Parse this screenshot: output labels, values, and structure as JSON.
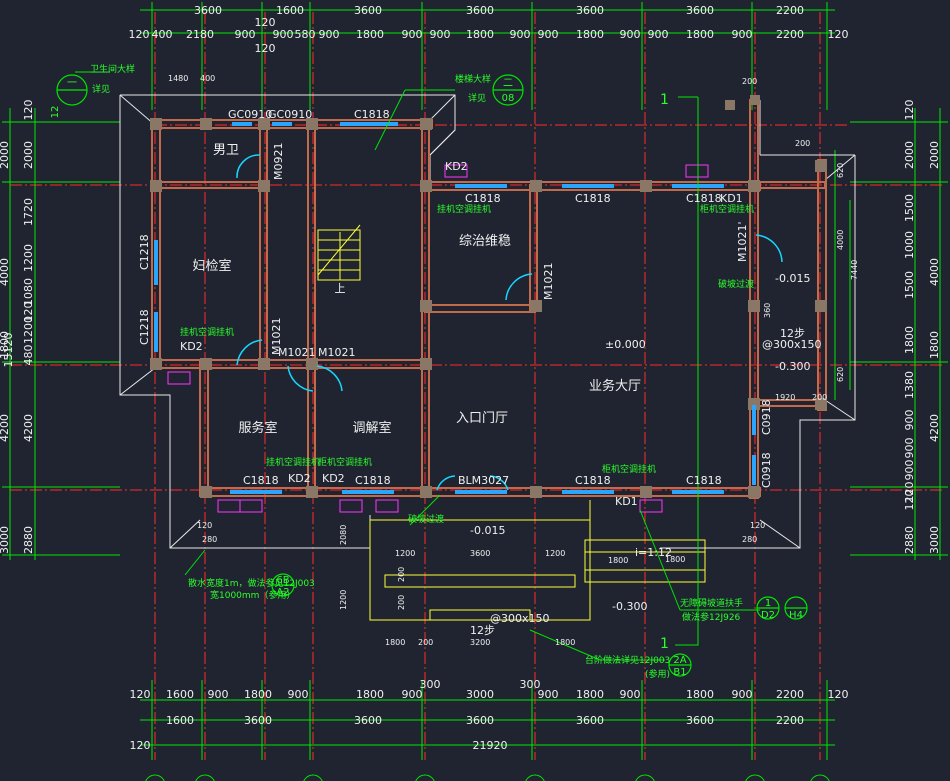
{
  "dims": {
    "top_outer": [
      "3600",
      "1600",
      "3600",
      "3600",
      "3600",
      "3600",
      "2200"
    ],
    "top_inner": [
      "120",
      "400",
      "2180",
      "900",
      "900",
      "580",
      "900",
      "1800",
      "900",
      "900",
      "1800",
      "900",
      "900",
      "1800",
      "900",
      "900",
      "1800",
      "900",
      "2200",
      "120"
    ],
    "top_extra": [
      "120",
      "120"
    ],
    "bottom_inner": [
      "120",
      "1600",
      "900",
      "1800",
      "900",
      "1800",
      "900",
      "3000",
      "900",
      "1800",
      "900",
      "1800",
      "900",
      "2200",
      "120"
    ],
    "bottom_outer": [
      "1600",
      "3600",
      "3600",
      "3600",
      "3600",
      "3600",
      "2200"
    ],
    "bottom_total": "21920",
    "bottom_left": "120",
    "bottom_300": [
      "300",
      "300"
    ],
    "left_outer": [
      "2000",
      "4000",
      "1800",
      "4200",
      "3000"
    ],
    "left_inner": [
      "120",
      "2000",
      "1720",
      "1200",
      "1080",
      "120",
      "1200",
      "480",
      "4200",
      "2880"
    ],
    "left_total": "15120",
    "right_inner": [
      "120",
      "2000",
      "1500",
      "1000",
      "1500",
      "1800",
      "1380",
      "900",
      "900",
      "120",
      "2880"
    ],
    "right_outer": [
      "2000",
      "4000",
      "1800",
      "4200",
      "3000"
    ],
    "right_extra": [
      "900",
      "120"
    ]
  },
  "rooms": {
    "men_wc": "男卫",
    "gyn": "妇检室",
    "service": "服务室",
    "mediate": "调解室",
    "entry": "入口门厅",
    "hall": "业务大厅",
    "comprehensive": "综治维稳"
  },
  "openings": {
    "gc1": "GC0910",
    "gc2": "GC0910",
    "c1818_top": "C1818",
    "m0921": "M0921",
    "c1218_a": "C1218",
    "c1218_b": "C1218",
    "m1021_a": "M1021",
    "m1021_b": "M1021",
    "m1021_c": "M1021",
    "m1021_d": "M1021",
    "m1021_e": "M1021'",
    "kd2_a": "KD2",
    "kd2_b": "KD2",
    "kd2_c": "KD2",
    "kd2_d": "KD2",
    "kd1_a": "KD1",
    "kd1_b": "KD1",
    "c1818_1": "C1818",
    "c1818_2": "C1818",
    "c1818_3": "C1818",
    "c1818_4": "C1818",
    "c1818_5": "C1818",
    "c1818_6": "C1818",
    "c1818_7": "C1818",
    "blm": "BLM3027",
    "c0918_a": "C0918",
    "c0918_b": "C0918"
  },
  "levels": {
    "zero": "±0.000",
    "m015_a": "-0.015",
    "m015_b": "-0.015",
    "m300_a": "-0.300",
    "m300_b": "-0.300",
    "slope": "i=1:12",
    "steps_a": "12步",
    "steps_b": "12步",
    "ramp_a": "@300x150",
    "ramp_b": "@300x150"
  },
  "notes": {
    "wc_detail": "卫生间大样",
    "wc_detail2": "详见",
    "stair_detail": "楼梯大样",
    "stair_detail2": "详见",
    "ac_a": "挂机空调挂机",
    "ac_b": "挂机空调挂机",
    "ac_c": "挂机空调挂机",
    "ac_d": "柜机空调挂机",
    "ac_e": "柜机空调挂机",
    "ac_f": "柜机空调挂机",
    "slope_a": "破坡过渡",
    "slope_b": "破坡过渡",
    "up": "上",
    "stair_ref": "台阶做法详见12J003",
    "stair_ref2": "(参用)",
    "rail_ref": "无障碍坡道扶手",
    "rail_ref2": "做法参12J926",
    "apron": "散水宽度1m，做法参见12J003",
    "apron2": "宽1000mm（参用）",
    "section": "1",
    "section_b": "1"
  },
  "callouts": {
    "wc_num": "一",
    "wc_sheet": "12",
    "stair_num": "二",
    "stair_sheet": "08",
    "s1_top": "6B",
    "s1_bot": "A2",
    "s2_top": "2A",
    "s2_bot": "B1",
    "s3_top": "1",
    "s3_bot": "D2",
    "s4_bot": "H4"
  },
  "small_dims": {
    "d1480": "1480",
    "d400": "400",
    "d200a": "200",
    "d200b": "200",
    "d1920": "1920",
    "d200c": "200",
    "d1200a": "1200",
    "d3600": "3600",
    "d1200b": "1200",
    "d1800a": "1800",
    "d1800b": "1800",
    "d1800c": "1800",
    "d3200": "3200",
    "d200d": "200",
    "d1800d": "1800",
    "d1200c": "1200",
    "d2080": "2080",
    "d120a": "120",
    "d280a": "280",
    "d120b": "120",
    "d280b": "280",
    "d200e": "200",
    "d200f": "200",
    "d7440": "7440",
    "d4000": "4000",
    "d620a": "620",
    "d620b": "620",
    "d360": "360"
  },
  "colors": {
    "bg": "#1f2430",
    "grid_green": "#00e600",
    "axis_red": "#ff2a2a",
    "wall": "#e8e8e8",
    "column": "#8a7766",
    "window": "#2aa6ff",
    "door": "#17d6ff",
    "label_white": "#f0f0f0",
    "label_green": "#2bff2b",
    "yellow": "#ffff33",
    "magenta": "#ff33ff",
    "brown_wall": "#c26a4a"
  }
}
